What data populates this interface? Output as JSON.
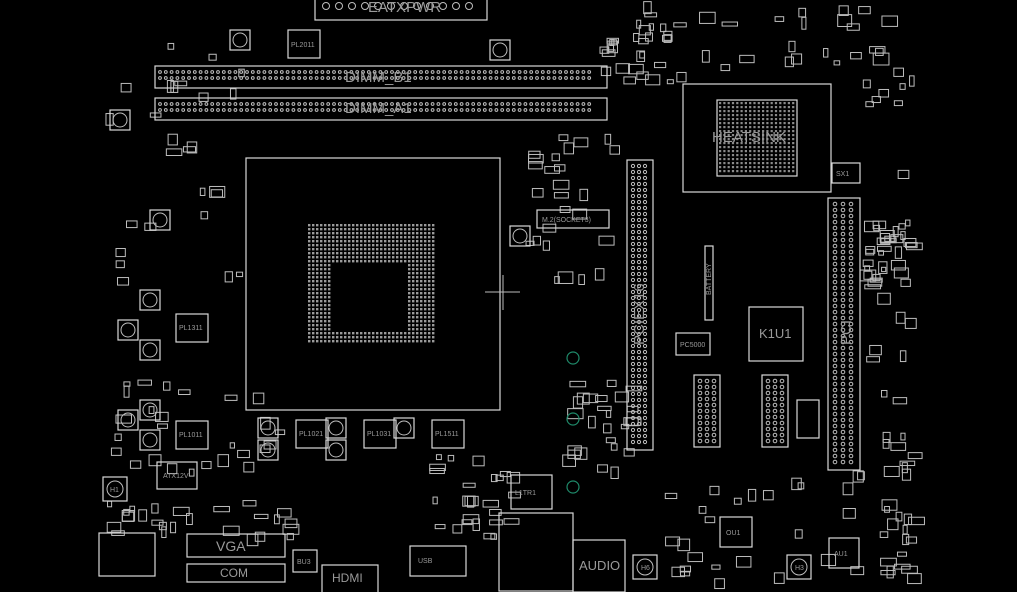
{
  "board": {
    "connectors": {
      "eatxpwr": "EATXPWR",
      "dimm_b1": "DIMM_B1",
      "dimm_a1": "DIMM_A1",
      "m2": "M.2(SOCKET3)",
      "pciex16": "PCIEX16",
      "pci": "PCI",
      "battery": "BATTERY",
      "atx12v": "ATX12V",
      "vga": "VGA",
      "com": "COM",
      "hdmi": "HDMI",
      "audio": "AUDIO",
      "usb": "USB"
    },
    "components": {
      "heatsink": "HEATSINK",
      "sx1": "SX1",
      "k1u1": "K1U1",
      "pc5000": "PC5000",
      "pl2011": "PL2011",
      "pl1311": "PL1311",
      "pl1011": "PL1011",
      "pl1021": "PL1021",
      "pl1031": "PL1031",
      "pl1511": "PL1511",
      "bu3": "BU3",
      "l1tr1": "L1TR1",
      "ou1": "OU1",
      "au1": "AU1",
      "h1": "H1",
      "h6": "H6",
      "h3": "H3"
    },
    "colors": {
      "background": "#000000",
      "outline": "#d8d8d8",
      "via": "#1f8a6a"
    }
  }
}
